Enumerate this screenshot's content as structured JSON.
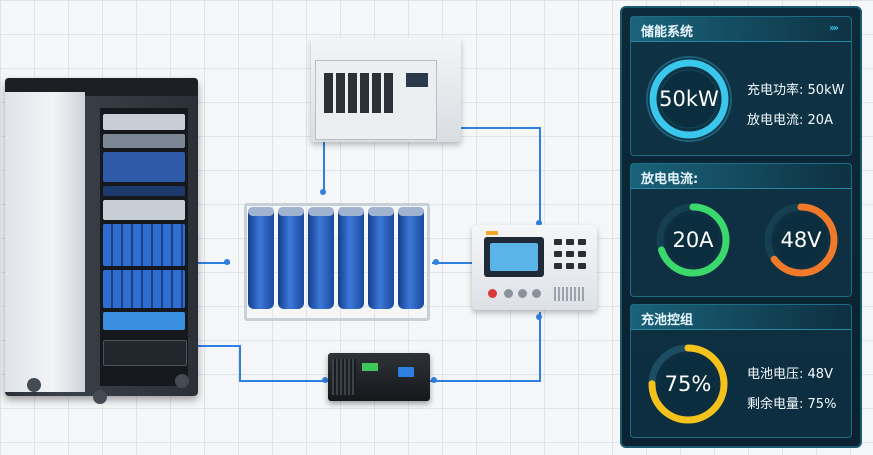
{
  "colors": {
    "panel_bg": "#0a2232",
    "accent_cyan": "#3ed7ff",
    "accent_green": "#3bd96b",
    "accent_orange": "#f07a2a",
    "accent_blue": "#2f7fe0",
    "accent_yellow": "#f5c21b",
    "wire": "#2f7fe0"
  },
  "panel": {
    "storage": {
      "title": "储能系统",
      "gauge_label": "50kW",
      "rows": [
        {
          "label": "充电功率:",
          "value": "50kW"
        },
        {
          "label": "放电电流:",
          "value": "20A"
        }
      ]
    },
    "discharge": {
      "title": "放电电流:",
      "gauges": [
        {
          "label": "20A",
          "level": 0.7
        },
        {
          "label": "48V",
          "level": 0.65
        }
      ]
    },
    "battery": {
      "title": "充池控组",
      "gauge_label": "75%",
      "gauge_level": 0.75,
      "rows": [
        {
          "label": "电池电压:",
          "value": "48V"
        },
        {
          "label": "剩余电量:",
          "value": "75%"
        }
      ]
    }
  },
  "devices": [
    "rack-cabinet",
    "inverter-unit",
    "battery-pack",
    "control-unit",
    "dc-converter"
  ]
}
